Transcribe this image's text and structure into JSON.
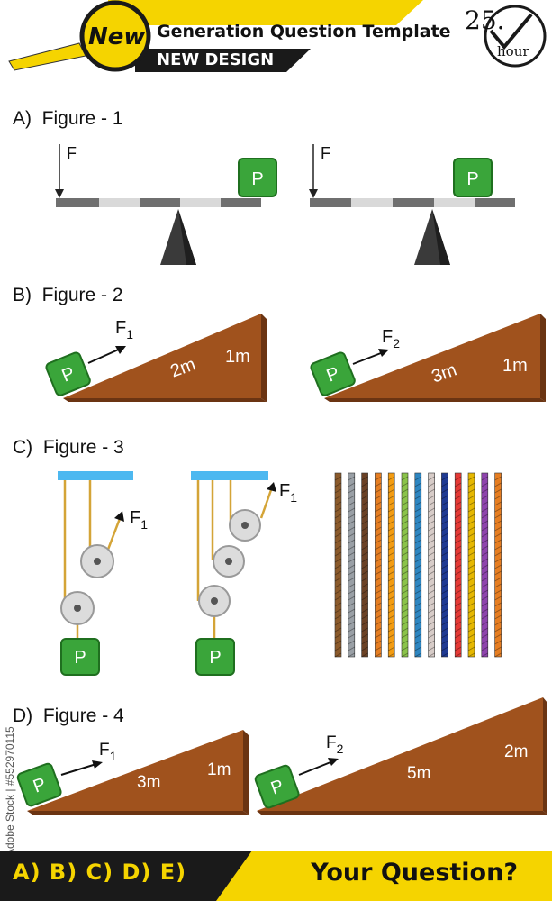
{
  "header": {
    "badge": "New",
    "title": "Generation Question Template",
    "subtitle": "NEW DESIGN",
    "clock_number": "25.",
    "clock_unit": "hour"
  },
  "sections": [
    {
      "letter": "A)",
      "title": "Figure - 1"
    },
    {
      "letter": "B)",
      "title": "Figure - 2"
    },
    {
      "letter": "C)",
      "title": "Figure - 3"
    },
    {
      "letter": "D)",
      "title": "Figure - 4"
    }
  ],
  "figure1": {
    "force": "F",
    "block": "P"
  },
  "figure2": {
    "left": {
      "force": "F",
      "force_sub": "1",
      "length": "2m",
      "height": "1m",
      "block": "P"
    },
    "right": {
      "force": "F",
      "force_sub": "2",
      "length": "3m",
      "height": "1m",
      "block": "P"
    }
  },
  "figure3": {
    "left": {
      "force": "F",
      "force_sub": "1",
      "block": "P"
    },
    "right": {
      "force": "F",
      "force_sub": "1",
      "block": "P"
    },
    "rope_colors": [
      "#8b5a2b",
      "#9aa0a6",
      "#6b4226",
      "#e67e22",
      "#f39c12",
      "#8bc34a",
      "#2e86c1",
      "#d7ccc8",
      "#1f3a93",
      "#e53935",
      "#e6b800",
      "#8e44ad",
      "#e67e22"
    ]
  },
  "figure4": {
    "left": {
      "force": "F",
      "force_sub": "1",
      "length": "3m",
      "height": "1m",
      "block": "P"
    },
    "right": {
      "force": "F",
      "force_sub": "2",
      "length": "5m",
      "height": "2m",
      "block": "P"
    }
  },
  "footer": {
    "answers": "A) B) C) D) E)",
    "question": "Your Question?"
  },
  "watermark": "Adobe Stock | #552970115",
  "colors": {
    "accent_yellow": "#f5d400",
    "block_green": "#3aa53a",
    "ramp_brown": "#a0521d",
    "dark": "#1a1a1a"
  }
}
